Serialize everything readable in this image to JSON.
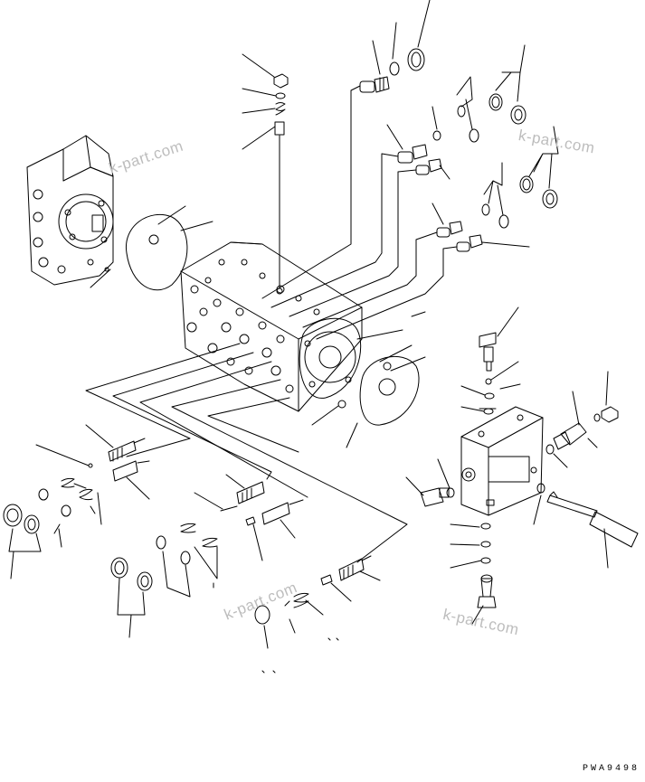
{
  "diagram": {
    "type": "exploded parts drawing",
    "subject": "hydraulic control valve assembly",
    "drawing_code": "PWA9498",
    "watermarks": [
      "k-part.com",
      "k-part.com",
      "k-part.com",
      "k-part.com"
    ]
  },
  "colors": {
    "line": "#000000",
    "watermark": "#bdbdbd",
    "background": "#ffffff"
  }
}
